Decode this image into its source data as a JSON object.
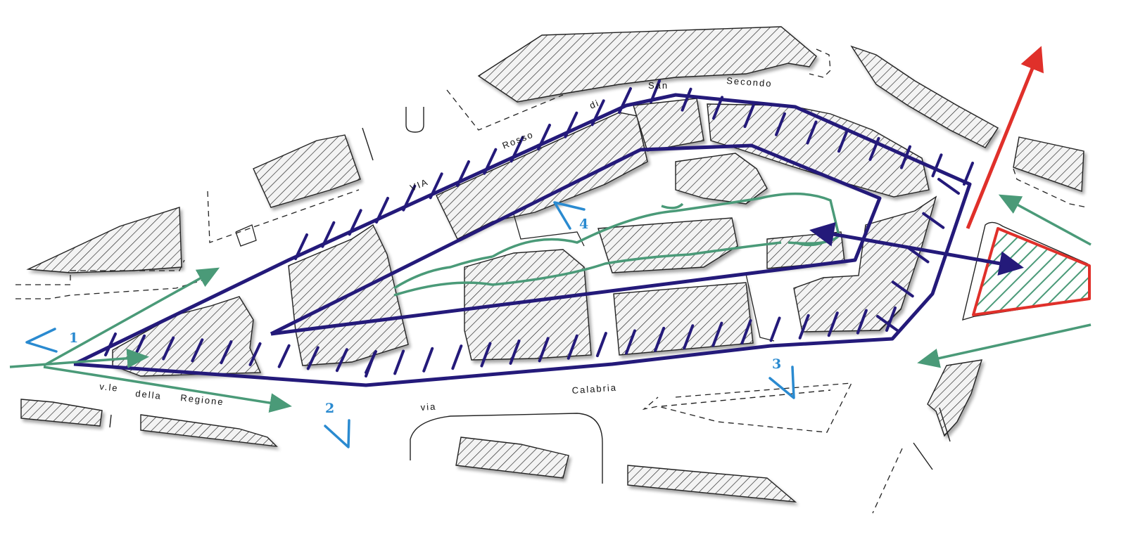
{
  "streets": {
    "via_label": "VIA",
    "rosso_label": "Rosso",
    "di_label": "di",
    "san_label": "San",
    "secondo_label": "Secondo",
    "vle_label": "v.le",
    "della_label": "della",
    "regione_label": "Regione",
    "via_lower_label": "via",
    "calabria_label": "Calabria"
  },
  "viewpoints": [
    {
      "number": "1"
    },
    {
      "number": "2"
    },
    {
      "number": "3"
    },
    {
      "number": "4"
    }
  ],
  "colors": {
    "perimeter": "#241a7a",
    "green_path": "#4a9a78",
    "red_link": "#e0302a",
    "viewpoint": "#2a8ad0"
  }
}
